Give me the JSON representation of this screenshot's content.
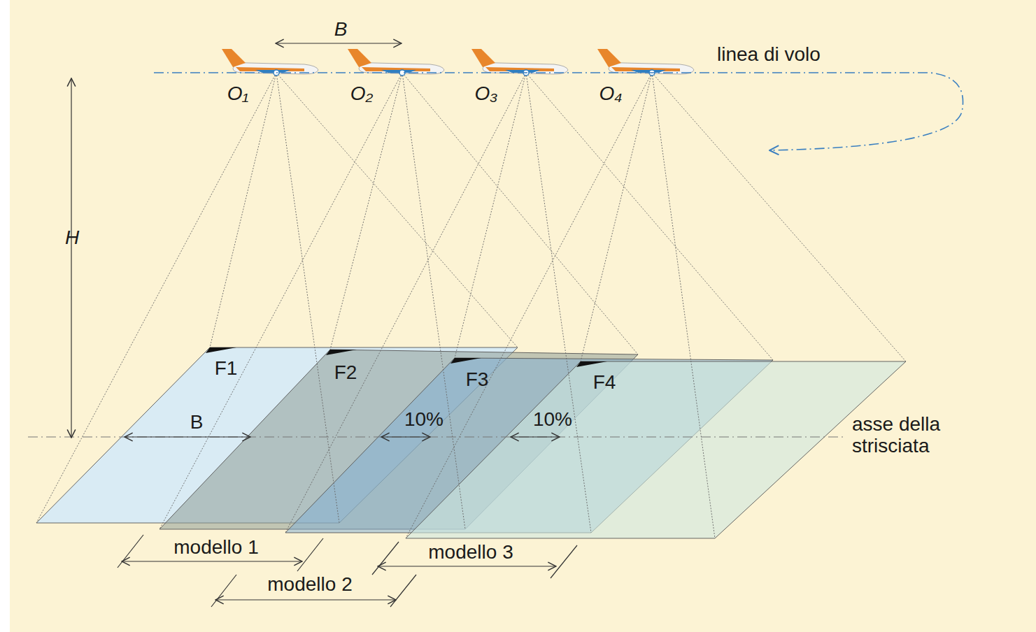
{
  "diagram": {
    "labels": [
      "B",
      "linea di volo",
      "O₁",
      "O₂",
      "O₃",
      "O₄",
      "H",
      "F1",
      "F2",
      "F3",
      "F4",
      "B",
      "10%",
      "10%",
      "asse della strisciata",
      "modello 1",
      "modello 2",
      "modello 3"
    ]
  }
}
